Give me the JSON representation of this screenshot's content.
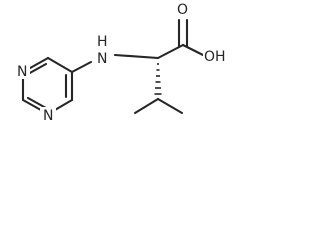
{
  "molecule": {
    "atoms": {
      "ring_n1": "N",
      "ring_n2": "N",
      "amine_nh": "H",
      "amine_n": "N",
      "carbonyl_o": "O",
      "hydroxyl": "OH"
    },
    "colors": {
      "bond": "#262626",
      "label": "#262626",
      "background": "#ffffff"
    }
  }
}
